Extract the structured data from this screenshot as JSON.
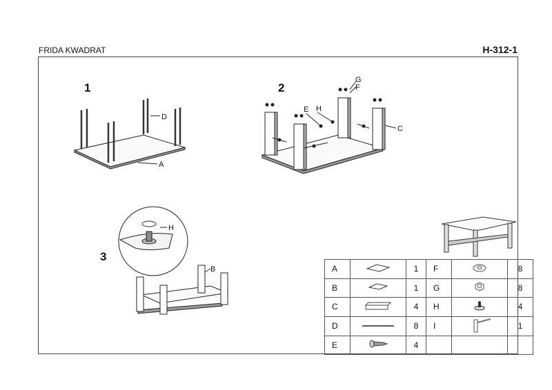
{
  "header": {
    "product_name": "FRIDA KWADRAT",
    "code": "H-312-1"
  },
  "steps": [
    {
      "number": "1",
      "labels": [
        "D",
        "A"
      ]
    },
    {
      "number": "2",
      "labels": [
        "G",
        "F",
        "E",
        "H",
        "C"
      ]
    },
    {
      "number": "3",
      "labels": [
        "H",
        "B"
      ]
    }
  ],
  "parts": [
    {
      "letter": "A",
      "icon": "glass-top-icon",
      "qty": "1"
    },
    {
      "letter": "B",
      "icon": "glass-shelf-icon",
      "qty": "1"
    },
    {
      "letter": "C",
      "icon": "leg-icon",
      "qty": "4"
    },
    {
      "letter": "D",
      "icon": "rod-icon",
      "qty": "8"
    },
    {
      "letter": "E",
      "icon": "screw-icon",
      "qty": "4"
    },
    {
      "letter": "F",
      "icon": "washer-icon",
      "qty": "8"
    },
    {
      "letter": "G",
      "icon": "nut-icon",
      "qty": "8"
    },
    {
      "letter": "H",
      "icon": "shelf-support-icon",
      "qty": "4"
    },
    {
      "letter": "I",
      "icon": "allen-key-icon",
      "qty": "1"
    }
  ]
}
